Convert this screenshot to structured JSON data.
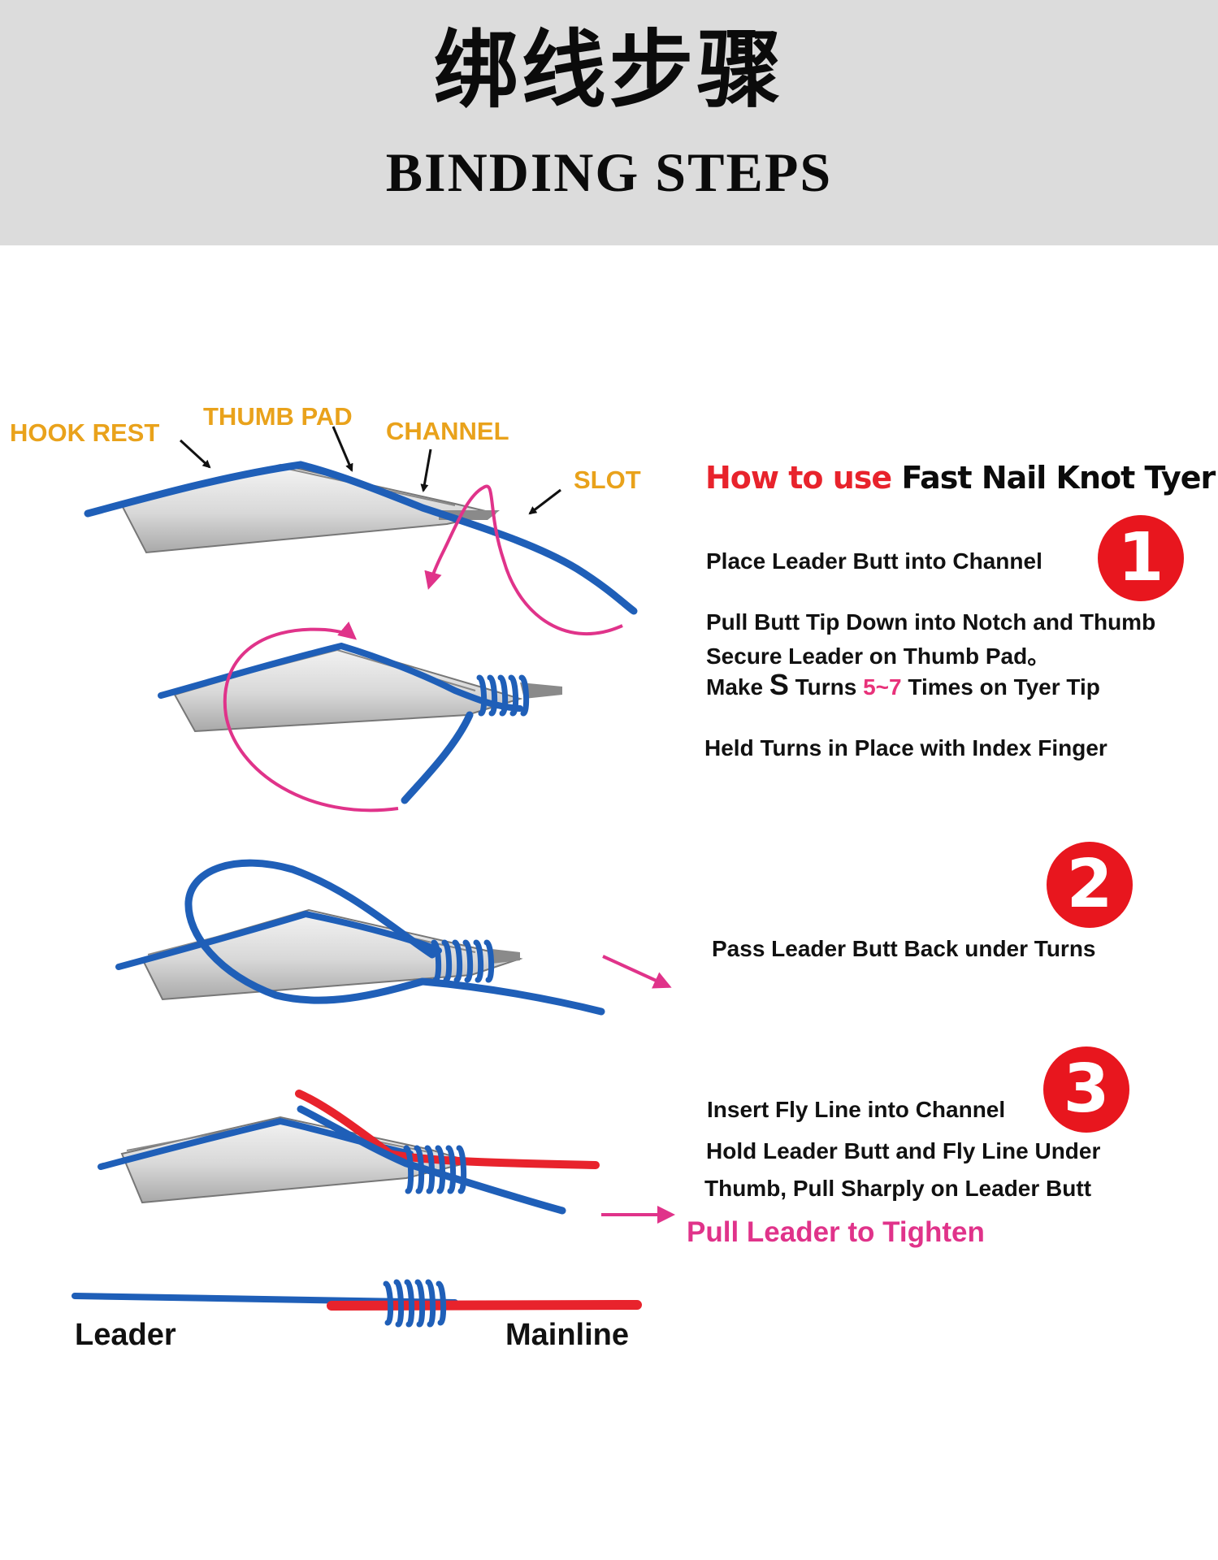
{
  "header": {
    "title_cn": "绑线步骤",
    "title_en": "BINDING STEPS"
  },
  "labels": {
    "hook_rest": "HOOK REST",
    "thumb_pad": "THUMB PAD",
    "channel": "CHANNEL",
    "slot": "SLOT"
  },
  "instructions": {
    "heading_part1": "How to use",
    "heading_part2": "Fast Nail Knot Tyer",
    "step1": {
      "number": "1",
      "line1": "Place Leader Butt into Channel",
      "line2": "Pull Butt Tip Down into Notch and Thumb",
      "line3": "Secure Leader on Thumb Pad。",
      "line4_a": "Make",
      "line4_s": "S",
      "line4_b": "Turns",
      "line4_count": "5~7",
      "line4_c": "Times on Tyer Tip",
      "line5": "Held Turns in Place with Index Finger"
    },
    "step2": {
      "number": "2",
      "line1": "Pass Leader Butt Back under Turns"
    },
    "step3": {
      "number": "3",
      "line1": "Insert Fly Line into Channel",
      "line2": "Hold Leader Butt and Fly Line Under",
      "line3": "Thumb, Pull Sharply on Leader Butt",
      "pull": "Pull Leader to Tighten"
    }
  },
  "bottom": {
    "leader": "Leader",
    "mainline": "Mainline"
  },
  "colors": {
    "leader_line": "#1f5fb8",
    "fly_line": "#e8232c",
    "guide_arrow": "#e0338a",
    "label_orange": "#e9a21b",
    "badge": "#e8161e",
    "header_bg": "#dcdcdc"
  }
}
